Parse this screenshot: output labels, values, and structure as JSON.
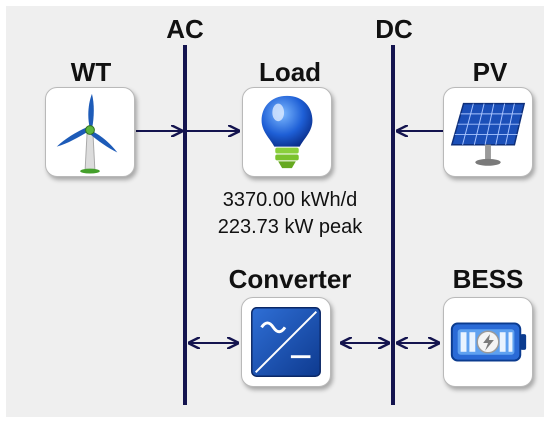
{
  "buses": {
    "ac_label": "AC",
    "dc_label": "DC"
  },
  "components": {
    "wind_turbine": {
      "label": "WT",
      "icon": "wind-turbine-icon"
    },
    "load": {
      "label": "Load",
      "icon": "light-bulb-icon",
      "energy": "3370.00 kWh/d",
      "peak": "223.73 kW peak"
    },
    "pv": {
      "label": "PV",
      "icon": "solar-panel-icon"
    },
    "converter": {
      "label": "Converter",
      "icon": "converter-icon"
    },
    "bess": {
      "label": "BESS",
      "icon": "battery-icon"
    }
  },
  "colors": {
    "bus_line": "#14144f",
    "arrow": "#14144f",
    "accent_blue": "#1d5bb8"
  }
}
